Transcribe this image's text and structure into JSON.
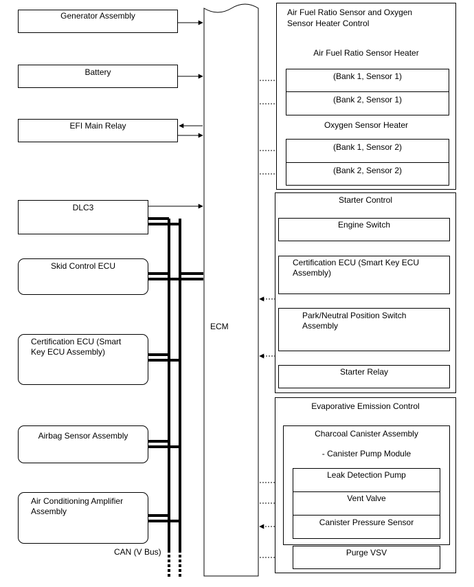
{
  "ecm": {
    "label": "ECM"
  },
  "inputs": {
    "generator": "Generator Assembly",
    "battery": "Battery",
    "efi_relay": "EFI Main Relay"
  },
  "can_nodes": {
    "dlc3": "DLC3",
    "skid": "Skid Control ECU",
    "cert_line1": "Certification ECU (Smart",
    "cert_line2": "Key ECU Assembly)",
    "airbag": "Airbag Sensor Assembly",
    "ac_line1": "Air Conditioning Amplifier",
    "ac_line2": "Assembly",
    "bus_label": "CAN (V Bus)"
  },
  "af_group": {
    "title_line1": "Air Fuel Ratio Sensor and Oxygen",
    "title_line2": "Sensor Heater Control",
    "af_heater": "Air Fuel Ratio Sensor Heater",
    "b1s1": "(Bank 1, Sensor 1)",
    "b2s1": "(Bank 2, Sensor 1)",
    "o2_heater": "Oxygen Sensor Heater",
    "b1s2": "(Bank 1, Sensor 2)",
    "b2s2": "(Bank 2, Sensor 2)"
  },
  "starter_group": {
    "title": "Starter Control",
    "engine_switch": "Engine Switch",
    "cert_line1": "Certification ECU (Smart Key ECU",
    "cert_line2": "Assembly)",
    "pnp_line1": "Park/Neutral Position Switch",
    "pnp_line2": "Assembly",
    "relay": "Starter Relay"
  },
  "evap_group": {
    "title": "Evaporative Emission Control",
    "canister": "Charcoal Canister Assembly",
    "pump_module": "- Canister Pump Module",
    "leak_pump": "Leak Detection Pump",
    "vent_valve": "Vent Valve",
    "pressure_sensor": "Canister Pressure Sensor",
    "purge_vsv": "Purge VSV"
  }
}
